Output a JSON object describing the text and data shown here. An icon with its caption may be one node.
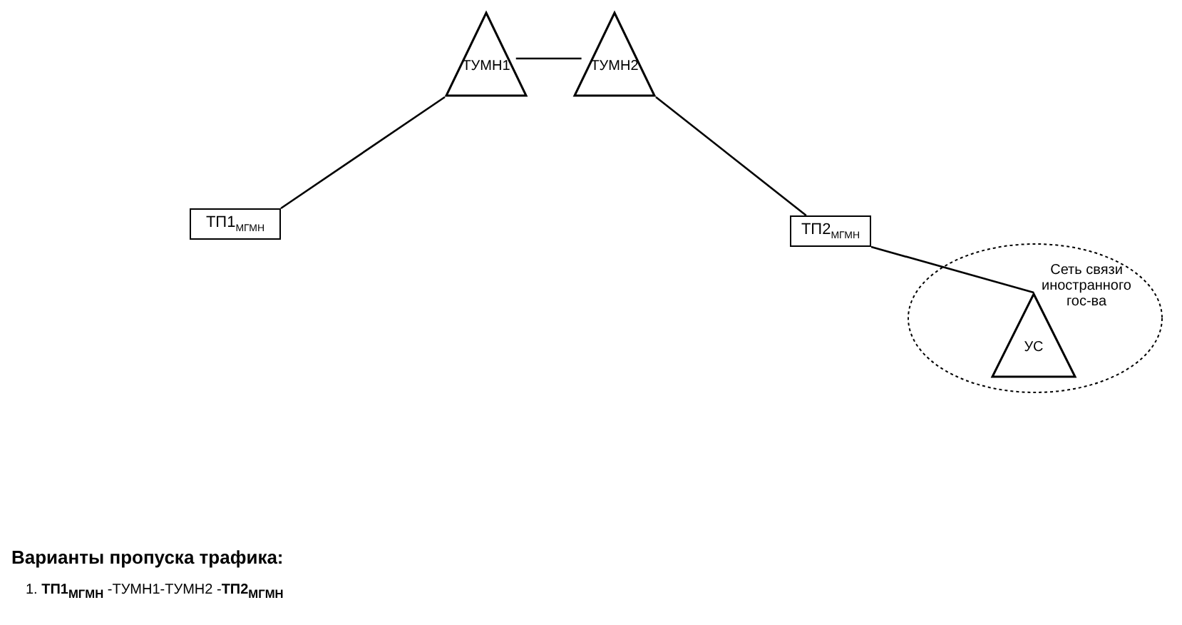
{
  "diagram": {
    "nodes": [
      {
        "text": [
          "ТУМН1"
        ]
      },
      {
        "text": [
          "ТУМН2"
        ]
      },
      {
        "text": [
          "ТП1$_{МГМН}$"
        ]
      },
      {
        "text": [
          "ТП2$_{МГМН}$"
        ]
      },
      {
        "text": [
          "Сеть связи иностранного гос-ва"
        ]
      },
      {
        "text": [
          "УС"
        ],
        "in": 4
      }
    ],
    "edges": [
      {
        "from": 0,
        "to": 1,
        "arrow": "none"
      },
      {
        "from": 2,
        "to": 0,
        "arrow": "none"
      },
      {
        "from": 1,
        "to": 3,
        "arrow": "none"
      },
      {
        "from": 3,
        "to": 5,
        "arrow": "none"
      }
    ],
    "labels": [
      "Варианты пропуска трафика:",
      "1. **ТП1$_{МГМН}$** -ТУМН1-ТУМН2 -**ТП2$_{МГМН}$**"
    ]
  }
}
